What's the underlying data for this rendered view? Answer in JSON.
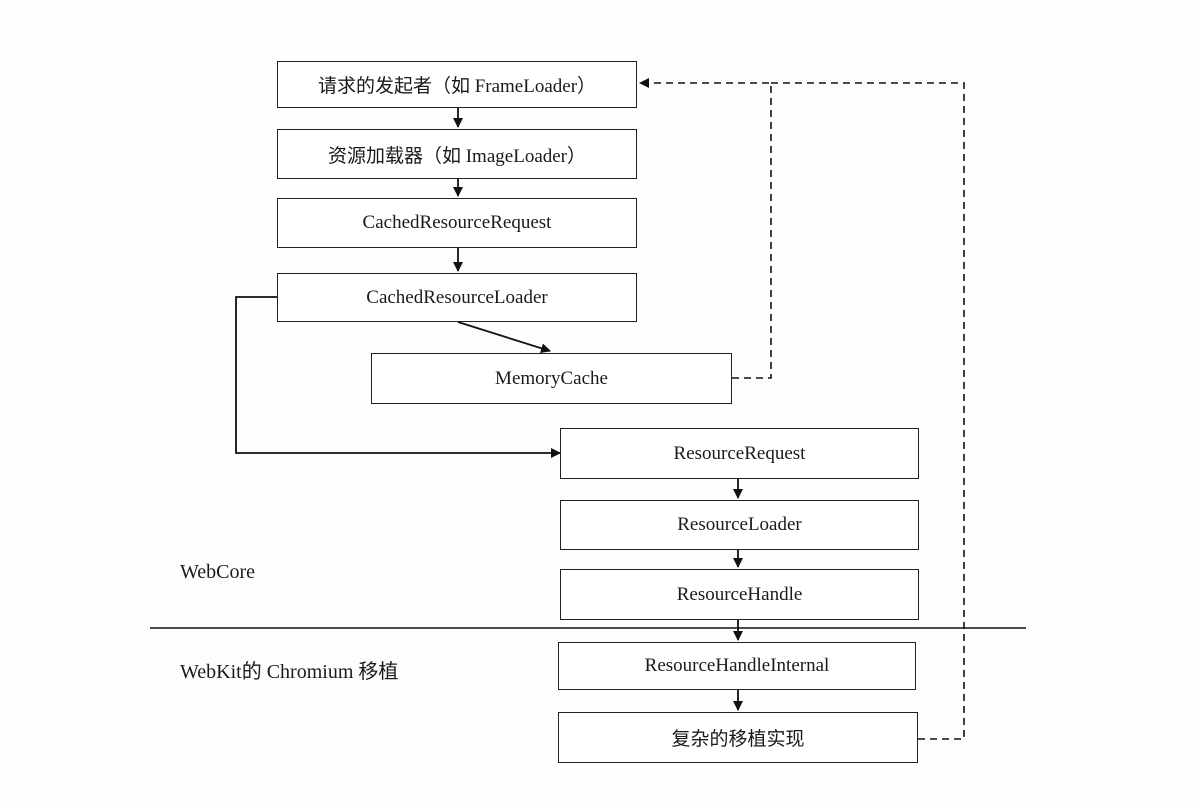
{
  "nodes": {
    "requester": "请求的发起者（如 FrameLoader）",
    "resource_loader_cn": "资源加载器（如 ImageLoader）",
    "cached_resource_request": "CachedResourceRequest",
    "cached_resource_loader": "CachedResourceLoader",
    "memory_cache": "MemoryCache",
    "resource_request": "ResourceRequest",
    "resource_loader": "ResourceLoader",
    "resource_handle": "ResourceHandle",
    "resource_handle_internal": "ResourceHandleInternal",
    "complex_port_impl": "复杂的移植实现"
  },
  "layers": {
    "webcore": "WebCore",
    "webkit_port": "WebKit的 Chromium 移植"
  },
  "colors": {
    "line": "#111111",
    "box_border": "#222222",
    "background": "#fdfdfd"
  }
}
